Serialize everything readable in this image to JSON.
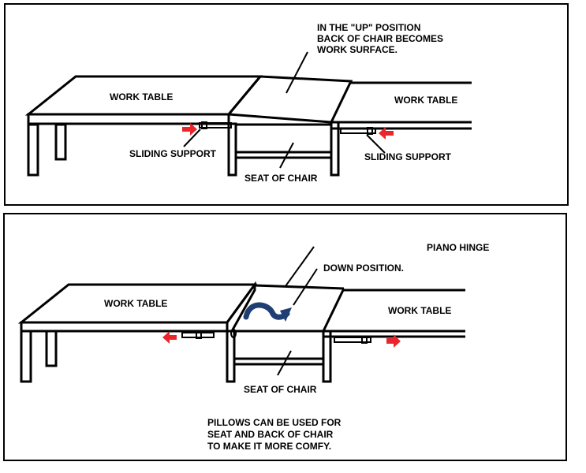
{
  "top_panel": {
    "note_line1": "IN THE \"UP\" POSITION",
    "note_line2": "BACK OF CHAIR BECOMES",
    "note_line3": "WORK SURFACE.",
    "left_table_label": "WORK TABLE",
    "right_table_label": "WORK TABLE",
    "left_support_label": "SLIDING SUPPORT",
    "right_support_label": "SLIDING SUPPORT",
    "seat_label": "SEAT OF CHAIR"
  },
  "bottom_panel": {
    "hinge_label": "PIANO HINGE",
    "down_label": "DOWN POSITION.",
    "left_table_label": "WORK TABLE",
    "right_table_label": "WORK TABLE",
    "seat_label": "SEAT OF CHAIR",
    "note_line1": "PILLOWS CAN BE USED FOR",
    "note_line2": "SEAT AND BACK OF CHAIR",
    "note_line3": "TO MAKE IT MORE COMFY."
  },
  "colors": {
    "arrow_red": "#e8262c",
    "rotate_arrow_blue": "#1f3e73",
    "line": "#000000",
    "background": "#ffffff"
  }
}
